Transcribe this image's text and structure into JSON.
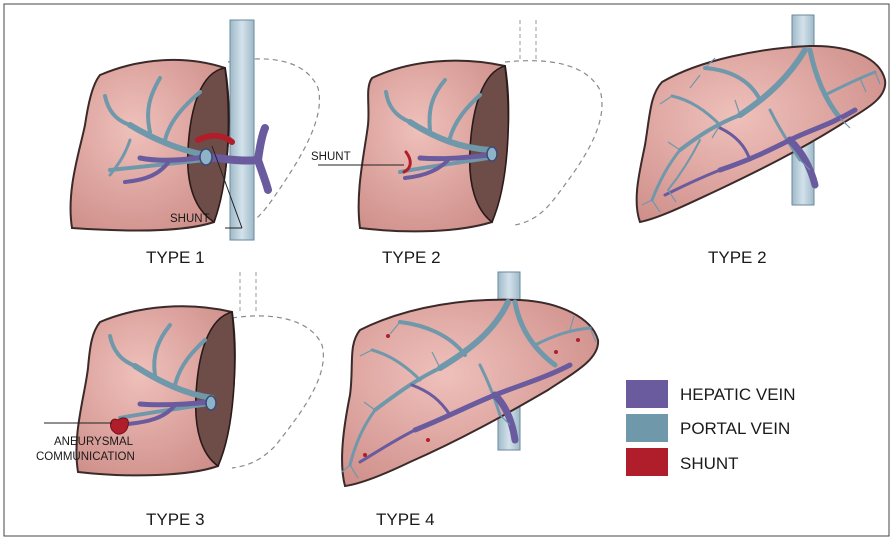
{
  "panels": [
    {
      "title": "TYPE 1",
      "annotation": "SHUNT"
    },
    {
      "title": "TYPE 2",
      "annotation": "SHUNT"
    },
    {
      "title": "TYPE 2"
    },
    {
      "title": "TYPE 3",
      "annotation_lines": [
        "ANEURYSMAL",
        "COMMUNICATION"
      ]
    },
    {
      "title": "TYPE 4"
    }
  ],
  "legend": [
    {
      "label": "HEPATIC VEIN",
      "color": "#6a5b9e"
    },
    {
      "label": "PORTAL VEIN",
      "color": "#6f98ab"
    },
    {
      "label": "SHUNT",
      "color": "#b01e2c"
    }
  ],
  "colors": {
    "liver_fill": "#e3a9a4",
    "liver_stroke": "#3a2a2a",
    "cut_surface": "#6e4d49",
    "portal_vein": "#6f98ab",
    "hepatic_vein": "#6a5b9e",
    "shunt": "#b01e2c",
    "ivc": "#b4cbd8",
    "frame": "#444444"
  }
}
